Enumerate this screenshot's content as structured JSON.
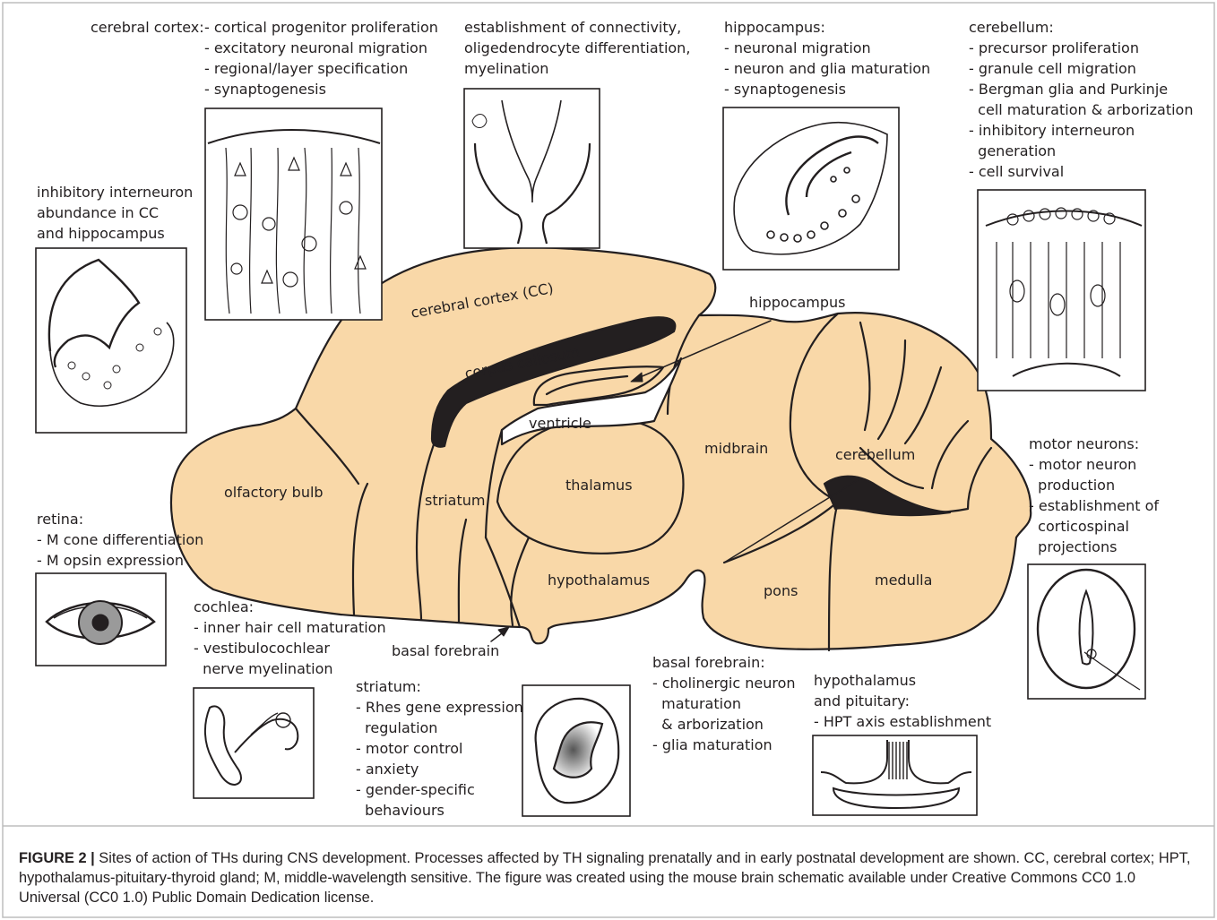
{
  "colors": {
    "brain_fill": "#f9d8a8",
    "line": "#231f20",
    "frame": "#bdbdbd"
  },
  "panels": {
    "cortex": [
      "cerebral cortex:",
      "- cortical progenitor proliferation",
      "- excitatory neuronal migration",
      "- regional/layer specification",
      "- synaptogenesis"
    ],
    "connectivity": [
      "establishment of connectivity,",
      "oligedendrocyte differentiation,",
      "myelination"
    ],
    "hippocampus": [
      "hippocampus:",
      "- neuronal migration",
      "- neuron and glia maturation",
      "- synaptogenesis"
    ],
    "cerebellum": [
      "cerebellum:",
      "- precursor proliferation",
      "- granule cell migration",
      "- Bergman glia and Purkinje",
      "  cell maturation & arborization",
      "- inhibitory interneuron",
      "  generation",
      "- cell survival"
    ],
    "interneuron": [
      "inhibitory interneuron",
      "abundance in CC",
      "and hippocampus"
    ],
    "retina": [
      "retina:",
      "- M cone differentiation",
      "- M opsin expression"
    ],
    "cochlea": [
      "cochlea:",
      "- inner hair cell maturation",
      "- vestibulocochlear",
      "  nerve myelination"
    ],
    "striatum": [
      "striatum:",
      "- Rhes gene expression",
      "  regulation",
      "- motor control",
      "- anxiety",
      "- gender-specific",
      "  behaviours"
    ],
    "basal_forebrain": [
      "basal forebrain:",
      "- cholinergic neuron",
      "  maturation",
      "  & arborization",
      "- glia maturation"
    ],
    "hypothalamus_pituitary": [
      "hypothalamus",
      "and pituitary:",
      "- HPT axis establishment"
    ],
    "motor_neurons": [
      "motor neurons:",
      "- motor neuron",
      "  production",
      "- establishment of",
      "  corticospinal",
      "  projections"
    ]
  },
  "brain_labels": {
    "cerebral_cortex": "cerebral cortex (CC)",
    "corpus_callosum": "corpus callosum",
    "hippocampus": "hippocampus",
    "ventricle": "ventricle",
    "midbrain": "midbrain",
    "cerebellum": "cerebellum",
    "olfactory_bulb": "olfactory bulb",
    "striatum": "striatum",
    "thalamus": "thalamus",
    "hypothalamus": "hypothalamus",
    "pons": "pons",
    "medulla": "medulla",
    "basal_forebrain": "basal forebrain"
  },
  "caption": {
    "figure_label": "FIGURE 2 |",
    "text": " Sites of action of THs during CNS development. Processes affected by TH signaling prenatally and in early postnatal development are shown. CC, cerebral cortex; HPT, hypothalamus-pituitary-thyroid gland; M, middle-wavelength sensitive. The figure was created using the mouse brain schematic available under Creative Commons CC0 1.0 Universal (CC0 1.0) Public Domain Dedication license."
  }
}
